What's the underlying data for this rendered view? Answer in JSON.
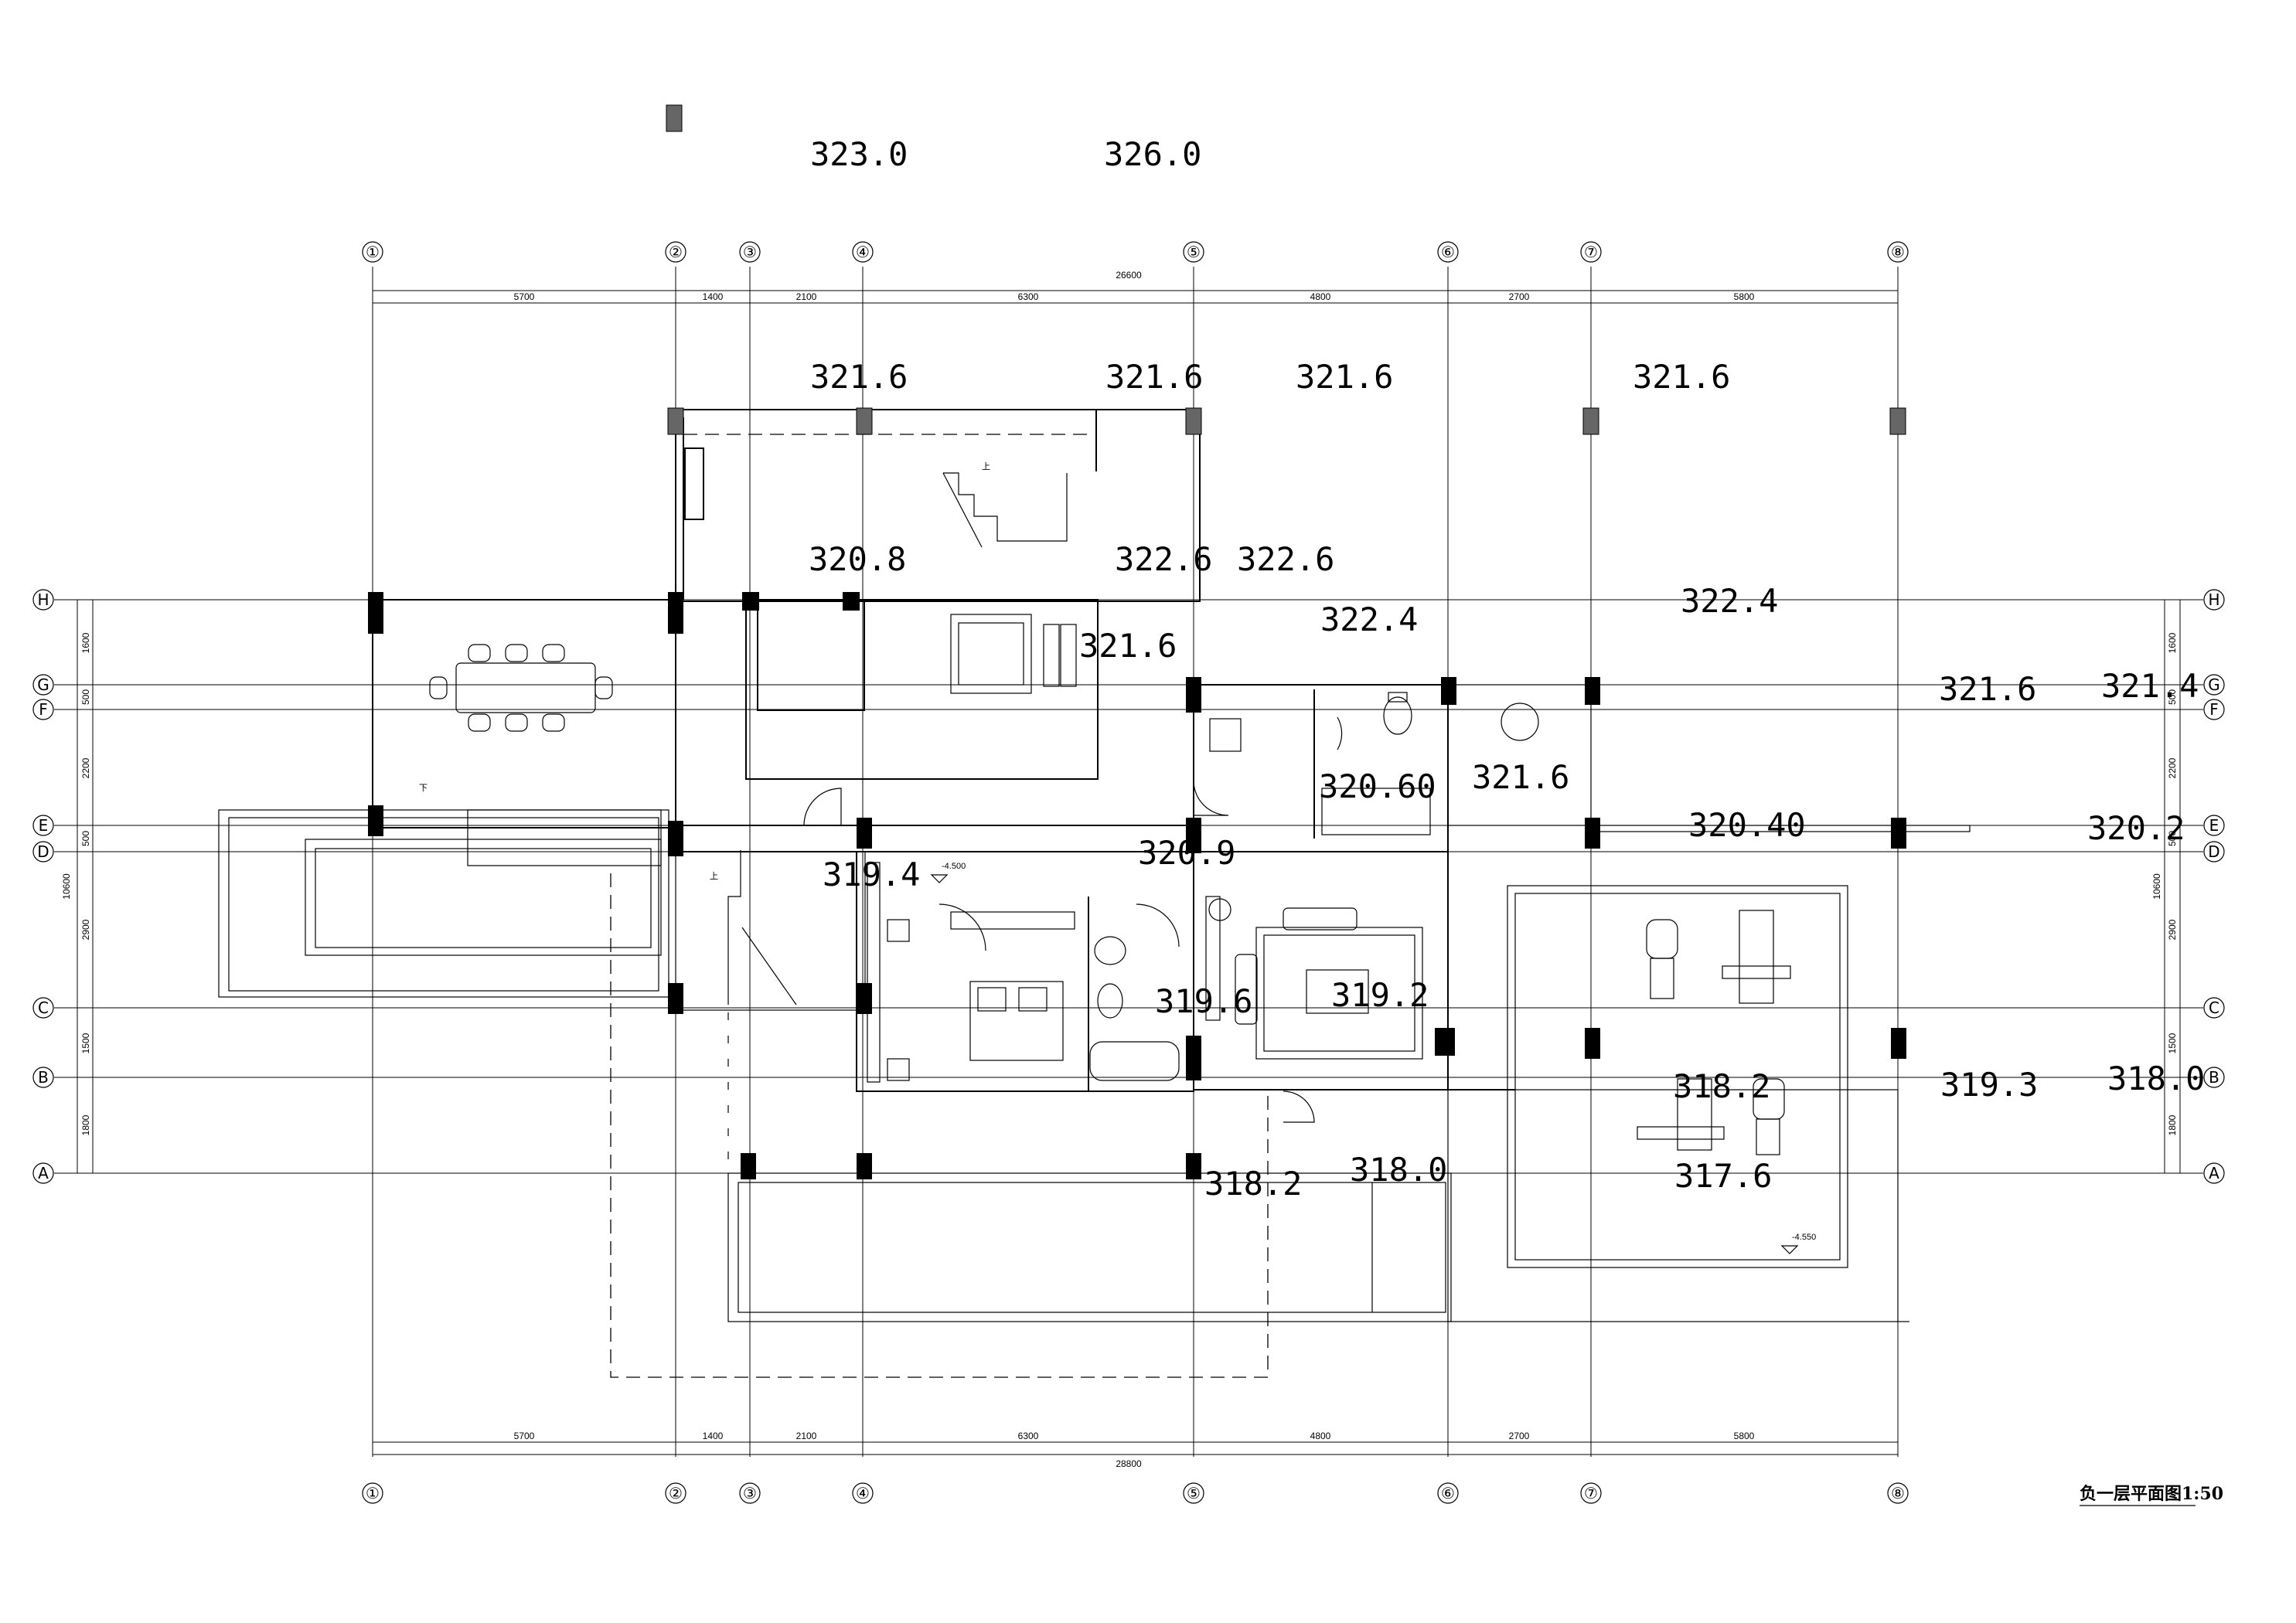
{
  "drawing": {
    "title": "负一层平面图1:50",
    "axes": {
      "columns": [
        "①",
        "②",
        "③",
        "④",
        "⑤",
        "⑥",
        "⑦",
        "⑧"
      ],
      "rows": [
        "H",
        "G",
        "F",
        "E",
        "D",
        "C",
        "B",
        "A"
      ]
    },
    "dims": {
      "top_total": "26600",
      "bottom_total": "28800",
      "col_spans": [
        "5700",
        "1400",
        "2100",
        "6300",
        "4800",
        "2700",
        "5800"
      ],
      "row_spans": [
        "1600",
        "500",
        "2200",
        "500",
        "2900",
        "1500",
        "1800"
      ],
      "left_total": "10600",
      "right_total": "10600"
    },
    "level_marks": [
      "-4.500",
      "-4.550"
    ],
    "room_labels": [
      "上",
      "上",
      "下"
    ],
    "elevations": [
      "323.0",
      "326.0",
      "321.6",
      "321.6",
      "321.6",
      "321.6",
      "320.8",
      "322.6",
      "322.6",
      "322.4",
      "322.4",
      "321.6",
      "321.6",
      "321.4",
      "320.60",
      "321.6",
      "320.40",
      "320.2",
      "319.4",
      "320.9",
      "319.6",
      "319.2",
      "318.2",
      "319.3",
      "318.0",
      "318.2",
      "318.0",
      "317.6"
    ]
  }
}
